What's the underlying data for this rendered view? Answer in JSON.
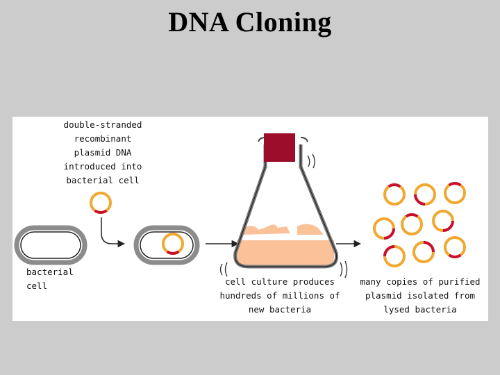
{
  "title": "DNA Cloning",
  "labels": {
    "plasmid_intro": "double-stranded\nrecombinant\nplasmid DNA\nintroduced into\nbacterial cell",
    "bacterial_cell": "bacterial\ncell",
    "culture": "cell culture produces\nhundreds of millions of\nnew bacteria",
    "purified": "many copies of purified\nplasmid isolated from\nlysed bacteria"
  },
  "colors": {
    "background": "#cccccc",
    "panel": "#ffffff",
    "plasmid_ring": "#f0a830",
    "plasmid_insert": "#c8102e",
    "cell_wall": "#8c8c8c",
    "stopper": "#9b0d2a",
    "culture_medium": "#fbc29a",
    "arrow": "#222222"
  }
}
